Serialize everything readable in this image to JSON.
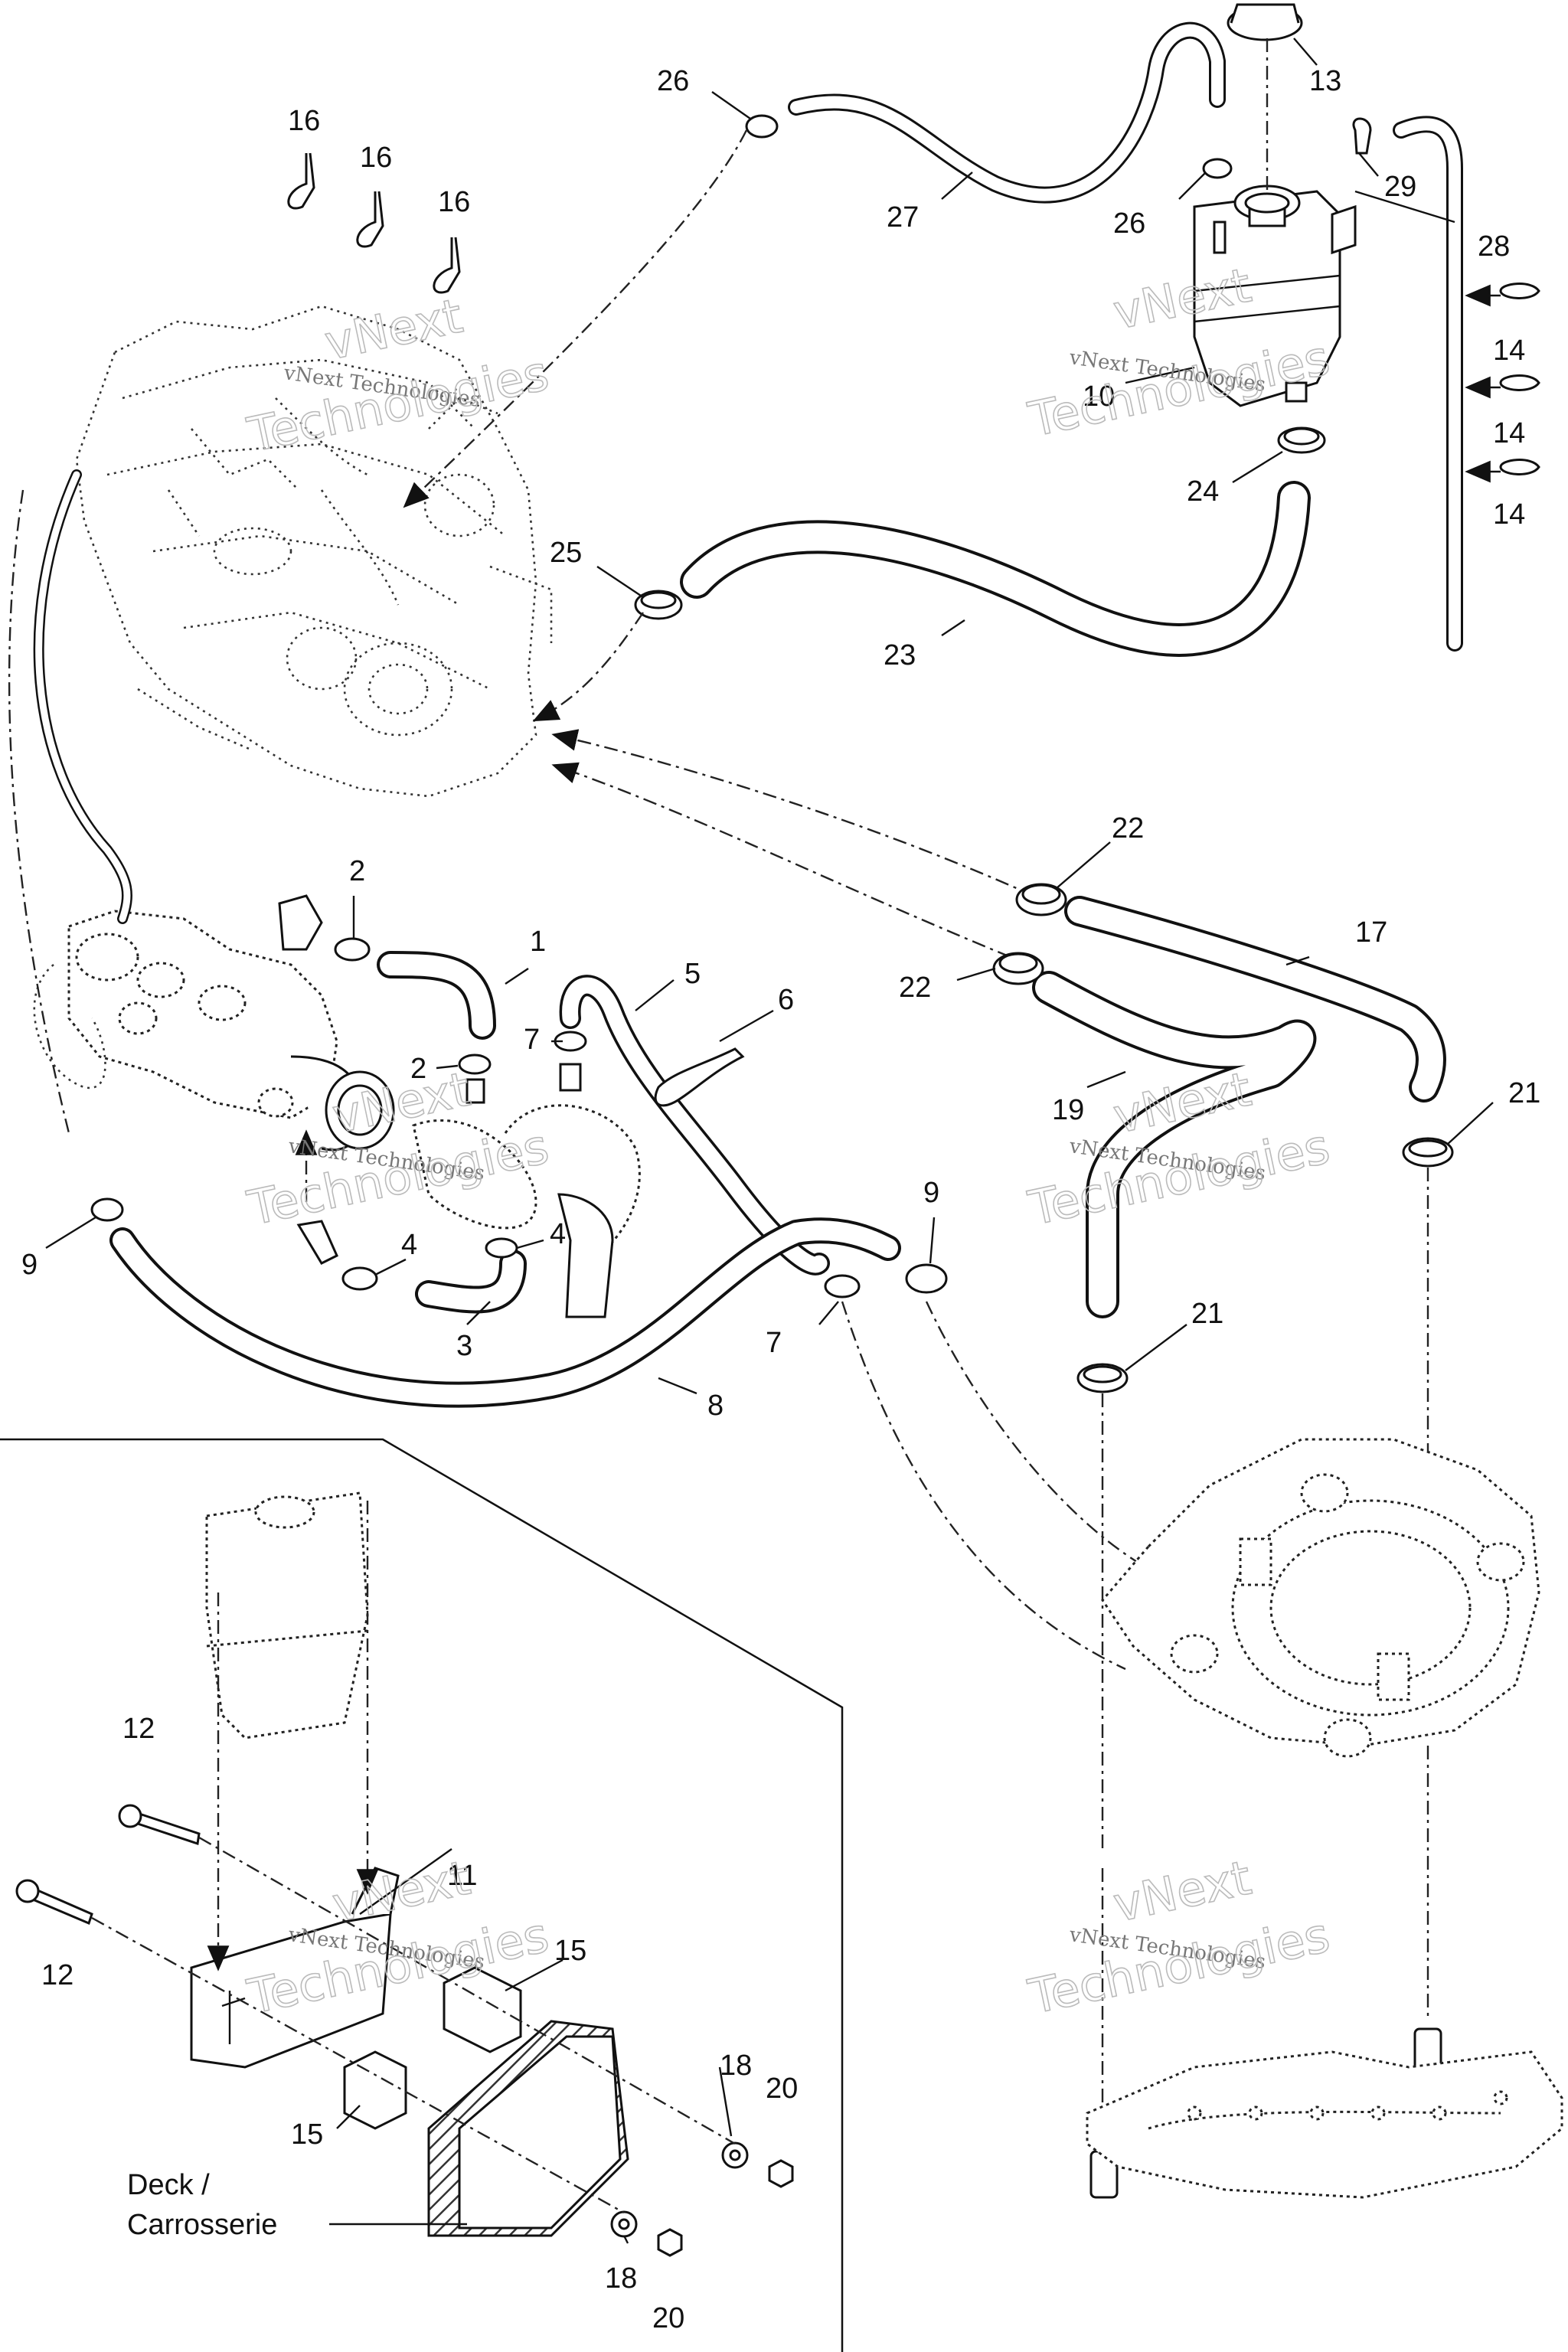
{
  "watermark": {
    "line1": "vNext Technologies",
    "outline1": "vNext",
    "outline2": "Technologies"
  },
  "callouts": [
    {
      "id": "c1",
      "text": "1"
    },
    {
      "id": "c2a",
      "text": "2"
    },
    {
      "id": "c2b",
      "text": "2"
    },
    {
      "id": "c3",
      "text": "3"
    },
    {
      "id": "c4a",
      "text": "4"
    },
    {
      "id": "c4b",
      "text": "4"
    },
    {
      "id": "c5",
      "text": "5"
    },
    {
      "id": "c6",
      "text": "6"
    },
    {
      "id": "c7a",
      "text": "7"
    },
    {
      "id": "c7b",
      "text": "7"
    },
    {
      "id": "c8",
      "text": "8"
    },
    {
      "id": "c9a",
      "text": "9"
    },
    {
      "id": "c9b",
      "text": "9"
    },
    {
      "id": "c10",
      "text": "10"
    },
    {
      "id": "c11",
      "text": "11"
    },
    {
      "id": "c12a",
      "text": "12"
    },
    {
      "id": "c12b",
      "text": "12"
    },
    {
      "id": "c13",
      "text": "13"
    },
    {
      "id": "c14a",
      "text": "14"
    },
    {
      "id": "c14b",
      "text": "14"
    },
    {
      "id": "c14c",
      "text": "14"
    },
    {
      "id": "c15a",
      "text": "15"
    },
    {
      "id": "c15b",
      "text": "15"
    },
    {
      "id": "c16a",
      "text": "16"
    },
    {
      "id": "c16b",
      "text": "16"
    },
    {
      "id": "c16c",
      "text": "16"
    },
    {
      "id": "c17",
      "text": "17"
    },
    {
      "id": "c18a",
      "text": "18"
    },
    {
      "id": "c18b",
      "text": "18"
    },
    {
      "id": "c19",
      "text": "19"
    },
    {
      "id": "c20a",
      "text": "20"
    },
    {
      "id": "c20b",
      "text": "20"
    },
    {
      "id": "c21a",
      "text": "21"
    },
    {
      "id": "c21b",
      "text": "21"
    },
    {
      "id": "c22a",
      "text": "22"
    },
    {
      "id": "c22b",
      "text": "22"
    },
    {
      "id": "c23",
      "text": "23"
    },
    {
      "id": "c24",
      "text": "24"
    },
    {
      "id": "c25",
      "text": "25"
    },
    {
      "id": "c26a",
      "text": "26"
    },
    {
      "id": "c26b",
      "text": "26"
    },
    {
      "id": "c27",
      "text": "27"
    },
    {
      "id": "c28",
      "text": "28"
    },
    {
      "id": "c29",
      "text": "29"
    }
  ],
  "inset": {
    "deck_line1": "Deck /",
    "deck_line2": "Carrosserie"
  },
  "colors": {
    "line": "#111111",
    "background": "#ffffff",
    "watermark": "#777777",
    "hatch": "#333333"
  }
}
